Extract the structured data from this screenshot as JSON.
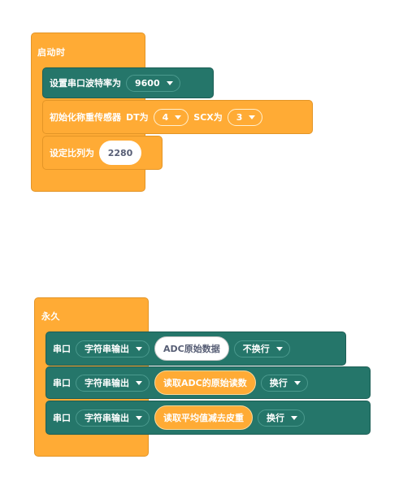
{
  "setup": {
    "hat_label": "启动时",
    "serial_baud": {
      "label": "设置串口波特率为",
      "value": "9600"
    },
    "scale_init": {
      "label": "初始化称重传感器",
      "dt_label": "DT为",
      "dt_value": "4",
      "sck_label": "SCX为",
      "sck_value": "3"
    },
    "set_ratio": {
      "label": "设定比列为",
      "value": "2280"
    }
  },
  "loop": {
    "hat_label": "永久",
    "rows": [
      {
        "prefix": "串口",
        "mode": "字符串输出",
        "arg": "ADC原始数据",
        "arg_style": "text",
        "newline": "不换行"
      },
      {
        "prefix": "串口",
        "mode": "字符串输出",
        "arg": "读取ADC的原始读数",
        "arg_style": "reporter",
        "newline": "换行"
      },
      {
        "prefix": "串口",
        "mode": "字符串输出",
        "arg": "读取平均值减去皮重",
        "arg_style": "reporter",
        "newline": "换行"
      }
    ]
  },
  "colors": {
    "orange": "#ffab35",
    "teal": "#25766a",
    "white": "#ffffff"
  }
}
